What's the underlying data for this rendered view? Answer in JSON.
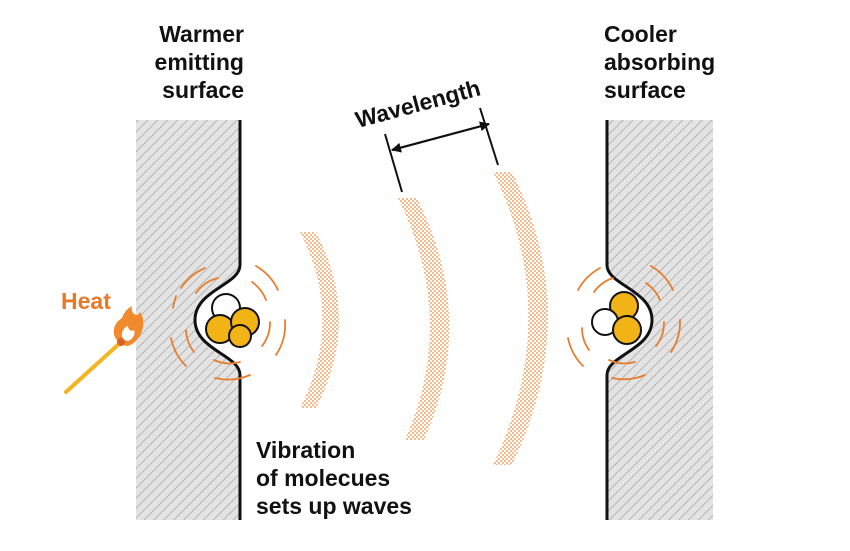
{
  "labels": {
    "left_surface": [
      "Warmer",
      "emitting",
      "surface"
    ],
    "right_surface": [
      "Cooler",
      "absorbing",
      "surface"
    ],
    "wavelength": "Wavelength",
    "heat": "Heat",
    "caption": [
      "Vibration",
      "of molecues",
      "sets up waves"
    ]
  },
  "colors": {
    "wave": "#f0a060",
    "vibration": "#e87d2e",
    "molecule_gold": "#f2b316",
    "heat_text": "#e8792a",
    "match_stick": "#f3b520",
    "flame": "#f08a2c",
    "wall_hatch": "#b4b4b4",
    "wall_fill": "#e3e3e3",
    "outline": "#111111"
  },
  "icons": {
    "heat_source": "match-flame-icon",
    "molecule": "molecule-cluster-icon"
  }
}
